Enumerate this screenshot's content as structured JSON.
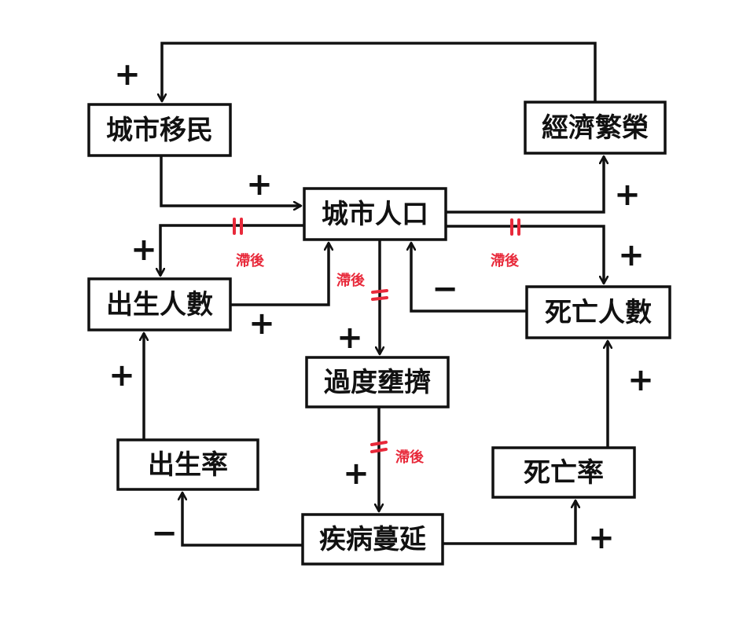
{
  "nodes": {
    "immigration": "城市移民",
    "prosperity": "經濟繁榮",
    "population": "城市人口",
    "births": "出生人數",
    "deaths": "死亡人數",
    "crowding": "過度壅擠",
    "birth_rate": "出生率",
    "death_rate": "死亡率",
    "disease": "疾病蔓延"
  },
  "delay_label": "滯後",
  "signs": {
    "plus": "+",
    "minus": "−"
  },
  "colors": {
    "line": "#111111",
    "delay": "#e8293a"
  }
}
